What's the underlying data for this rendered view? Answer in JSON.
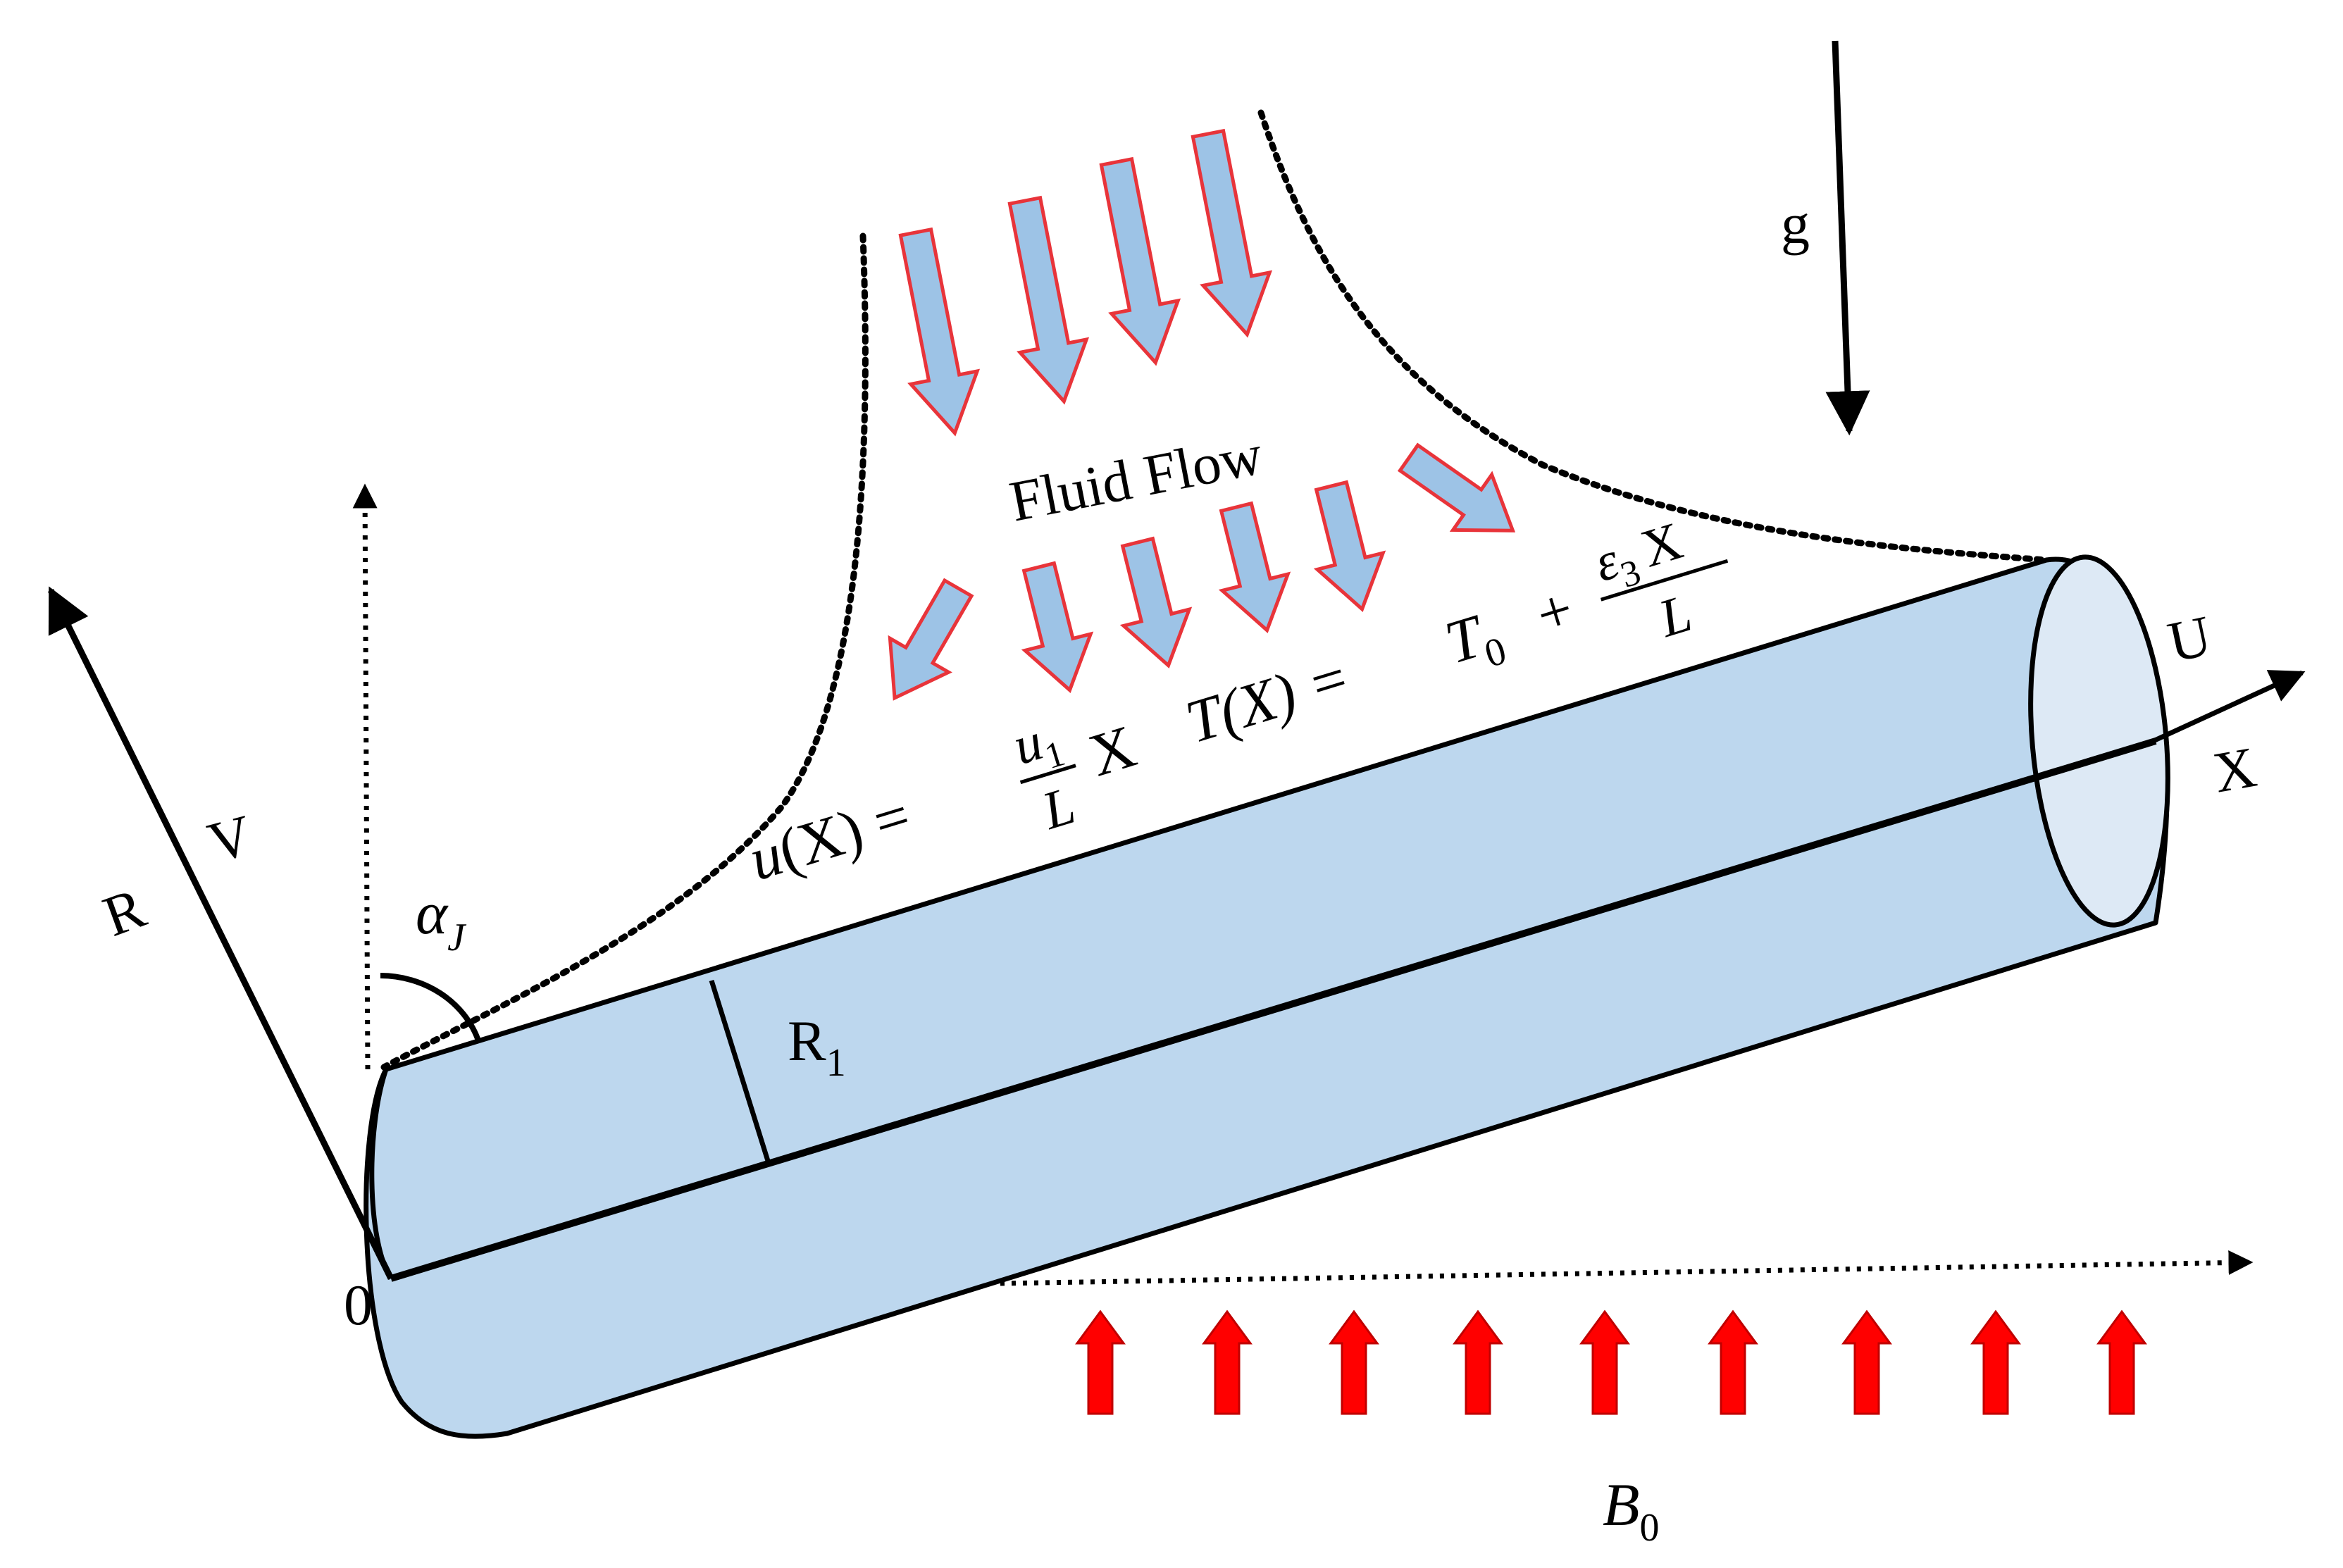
{
  "labels": {
    "fluid_flow": "Fluid Flow",
    "gravity": "g",
    "r_axis": "R",
    "v_axis": "V",
    "u_axis": "U",
    "x_axis": "X",
    "origin": "0",
    "radius": "R",
    "radius_sub": "1",
    "angle": "α",
    "angle_sub": "J",
    "field": "B",
    "field_sub": "0"
  },
  "equations": {
    "velocity": {
      "lhs_func": "u",
      "lhs_arg": "(X) =",
      "num": "u",
      "num_sub": "1",
      "den": "L",
      "tail": "X"
    },
    "temperature": {
      "lhs": "T(X) = ",
      "t0": "T",
      "t0_sub": "0",
      "plus": "+",
      "num": "ε",
      "num_sub": "3",
      "num_tail": "X",
      "den": "L"
    }
  },
  "colors": {
    "cylinder_fill": "#bdd7ee",
    "cylinder_cap": "#dde9f5",
    "flow_arrow_fill": "#9dc3e6",
    "flow_arrow_stroke": "#e8343a",
    "field_arrow": "#ff0000",
    "field_arrow_stroke": "#c00000",
    "line": "#000000"
  }
}
